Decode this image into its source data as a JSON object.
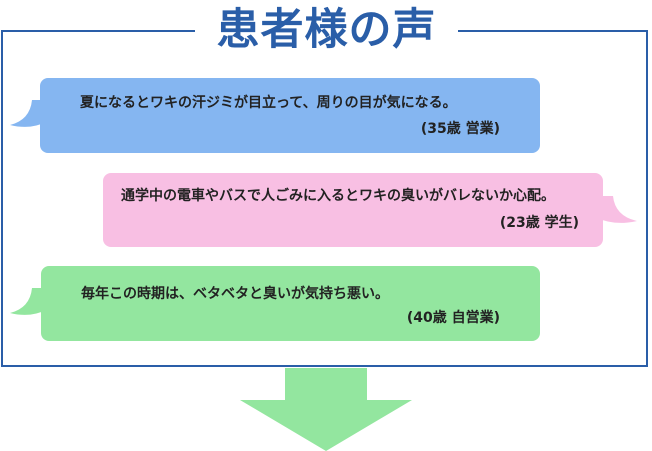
{
  "title": "患者様の声",
  "testimonials": [
    {
      "quote": "夏になるとワキの汗ジミが目立って、周りの目が気になる。",
      "attribution": "(35歳 営業)",
      "color": "#85b6f1",
      "tail": "left"
    },
    {
      "quote": "通学中の電車やバスで人ごみに入るとワキの臭いがバレないか心配。",
      "attribution": "(23歳 学生)",
      "color": "#f8bfe3",
      "tail": "right"
    },
    {
      "quote": "毎年この時期は、ベタベタと臭いが気持ち悪い。",
      "attribution": "(40歳 自営業)",
      "color": "#93e69f",
      "tail": "left"
    }
  ],
  "colors": {
    "frame": "#2a5ea8",
    "title": "#2a5ea8",
    "arrow": "#93e69f"
  },
  "icons": {
    "down_arrow": "down-arrow-icon"
  }
}
